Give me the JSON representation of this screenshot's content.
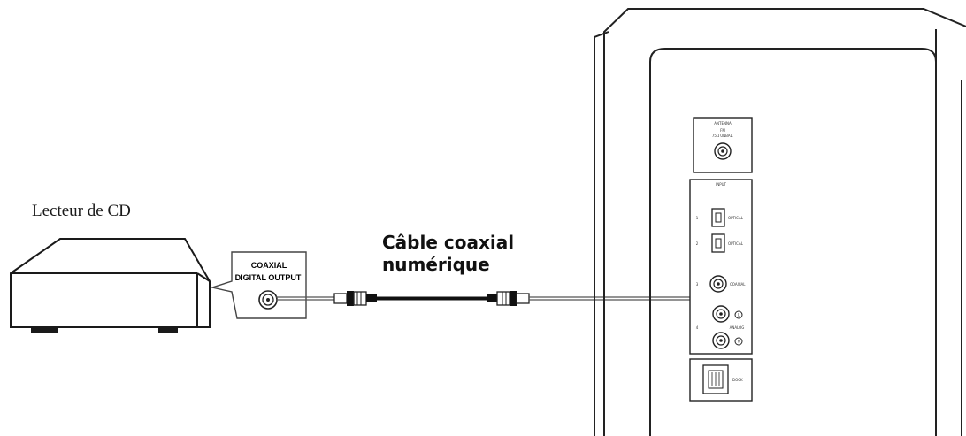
{
  "labels": {
    "cd_player": "Lecteur de CD",
    "cable_line1": "Câble coaxial",
    "cable_line2": "numérique",
    "output_line1": "COAXIAL",
    "output_line2": "DIGITAL OUTPUT"
  },
  "panel": {
    "antenna_title": "ANTENNA",
    "antenna_sub1": "FM",
    "antenna_sub2": "75Ω UNBAL.",
    "input_title": "INPUT",
    "row1_num": "1",
    "row1_label": "OPTICAL",
    "row2_num": "2",
    "row2_label": "OPTICAL",
    "row3_num": "3",
    "row3_label": "COAXIAL",
    "row4_num": "4",
    "row4_label": "ANALOG",
    "row4_l": "L",
    "row4_r": "R",
    "dock_label": "DOCK"
  }
}
